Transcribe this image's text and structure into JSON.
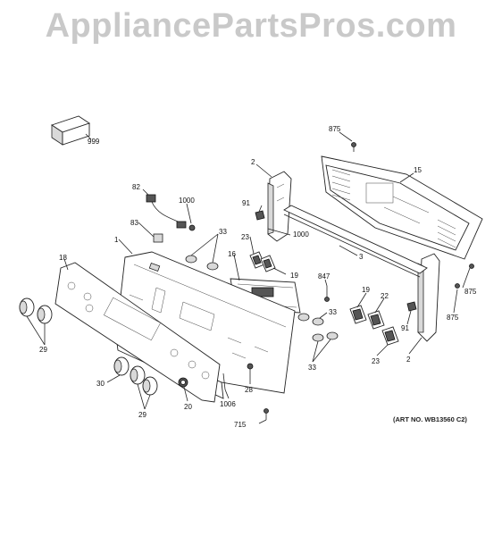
{
  "watermark": "AppliancePartsPros.com",
  "art_number": "(ART NO. WB13560 C2)",
  "callouts": {
    "c999": "999",
    "c875a": "875",
    "c15": "15",
    "c2a": "2",
    "c82": "82",
    "c1000a": "1000",
    "c91a": "91",
    "c1000b": "1000",
    "c83": "83",
    "c33a": "33",
    "c23a": "23",
    "c1": "1",
    "c16": "16",
    "c19a": "19",
    "c3": "3",
    "c18": "18",
    "c847": "847",
    "c875b": "875",
    "c33b": "33",
    "c19b": "19",
    "c22": "22",
    "c875c": "875",
    "c91b": "91",
    "c29a": "29",
    "c23b": "23",
    "c2b": "2",
    "c33c": "33",
    "c30": "30",
    "c28": "28",
    "c1006": "1006",
    "c29b": "29",
    "c20": "20",
    "c715": "715"
  }
}
